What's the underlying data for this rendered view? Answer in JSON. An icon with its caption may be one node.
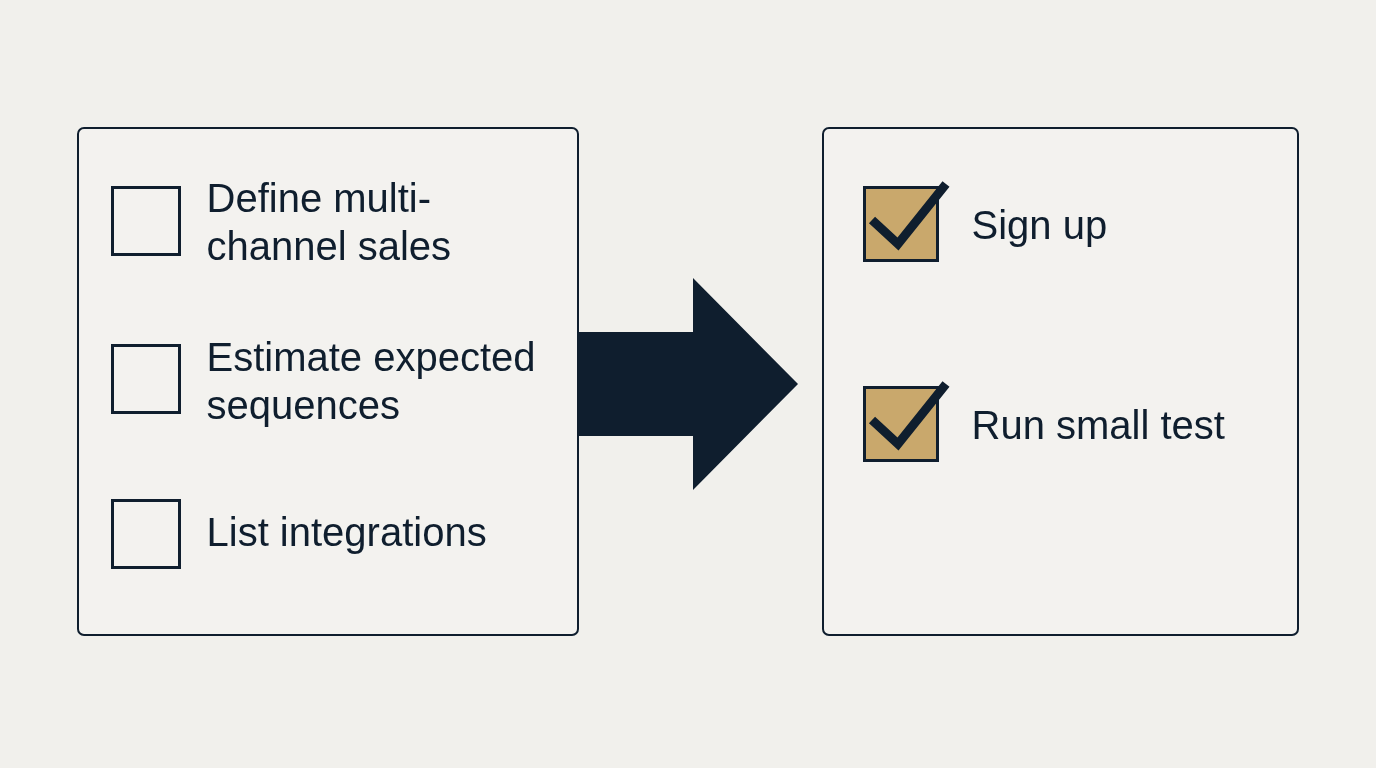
{
  "diagram": {
    "nodes": [
      {
        "text": [
          "Define multi-channel sales",
          "Estimate expected sequences",
          "List integrations"
        ]
      },
      {
        "text": [
          "Sign up",
          "Run small test"
        ]
      }
    ],
    "edges": [
      {
        "from": 0,
        "to": 1,
        "arrow": "to",
        "style": "thick"
      }
    ]
  }
}
